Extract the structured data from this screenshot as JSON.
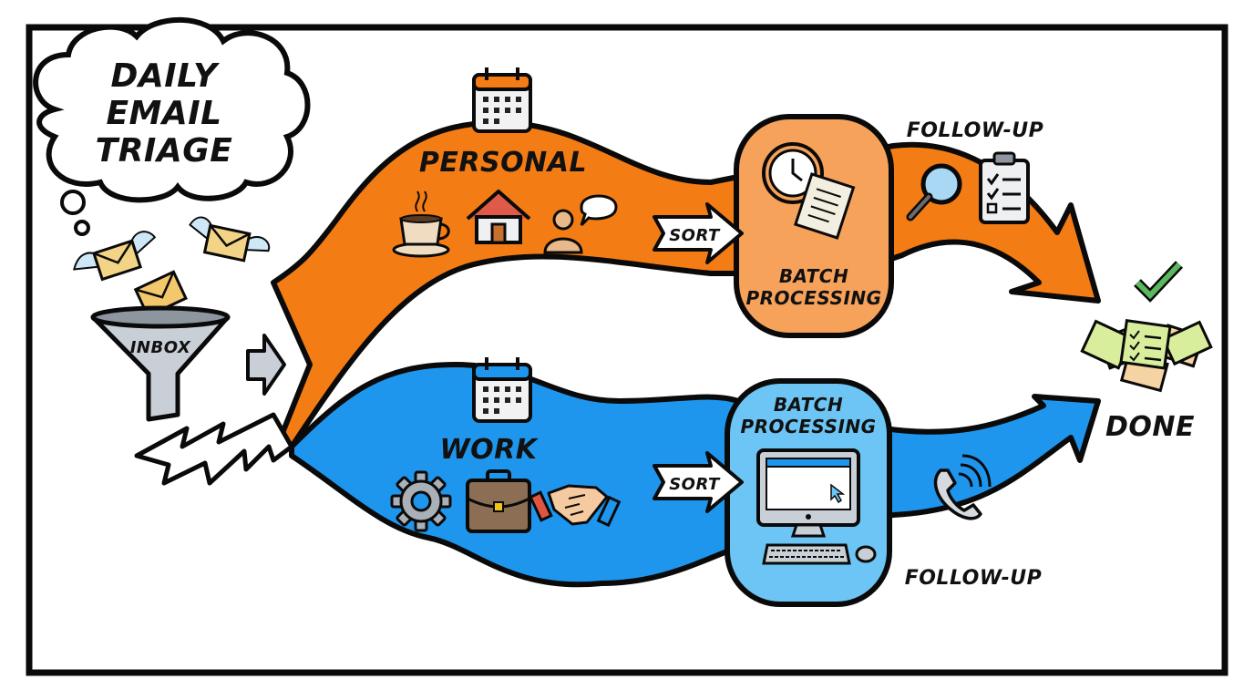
{
  "title": [
    "DAILY",
    "EMAIL",
    "TRIAGE"
  ],
  "inbox": {
    "label": "INBOX",
    "icon": "funnel-icon",
    "incoming": [
      "winged-envelope-icon",
      "winged-envelope-icon",
      "envelope-icon"
    ]
  },
  "colors": {
    "personal": "#f47c14",
    "personal_light": "#f6a25a",
    "work": "#1e96ee",
    "work_light": "#6cc5f4",
    "outline": "#0a0a0a",
    "check": "#5cb85c"
  },
  "personal": {
    "label": "PERSONAL",
    "icons": [
      "calendar-icon",
      "coffee-cup-icon",
      "house-icon",
      "person-speech-icon"
    ],
    "sort_label": "SORT",
    "batch": {
      "lines": [
        "BATCH",
        "PROCESSING"
      ],
      "icon": "clock-documents-icon"
    },
    "follow_up": {
      "label": "FOLLOW-UP",
      "icons": [
        "magnifier-icon",
        "clipboard-checklist-icon"
      ]
    }
  },
  "work": {
    "label": "WORK",
    "icons": [
      "calendar-icon",
      "gear-icon",
      "briefcase-icon",
      "handshake-icon"
    ],
    "sort_label": "SORT",
    "batch": {
      "lines": [
        "BATCH",
        "PROCESSING"
      ],
      "icon": "computer-icon"
    },
    "follow_up": {
      "label": "FOLLOW-UP",
      "icons": [
        "phone-icon"
      ]
    }
  },
  "done": {
    "label": "DONE",
    "icons": [
      "checkmark-icon",
      "completed-papers-icon"
    ]
  }
}
